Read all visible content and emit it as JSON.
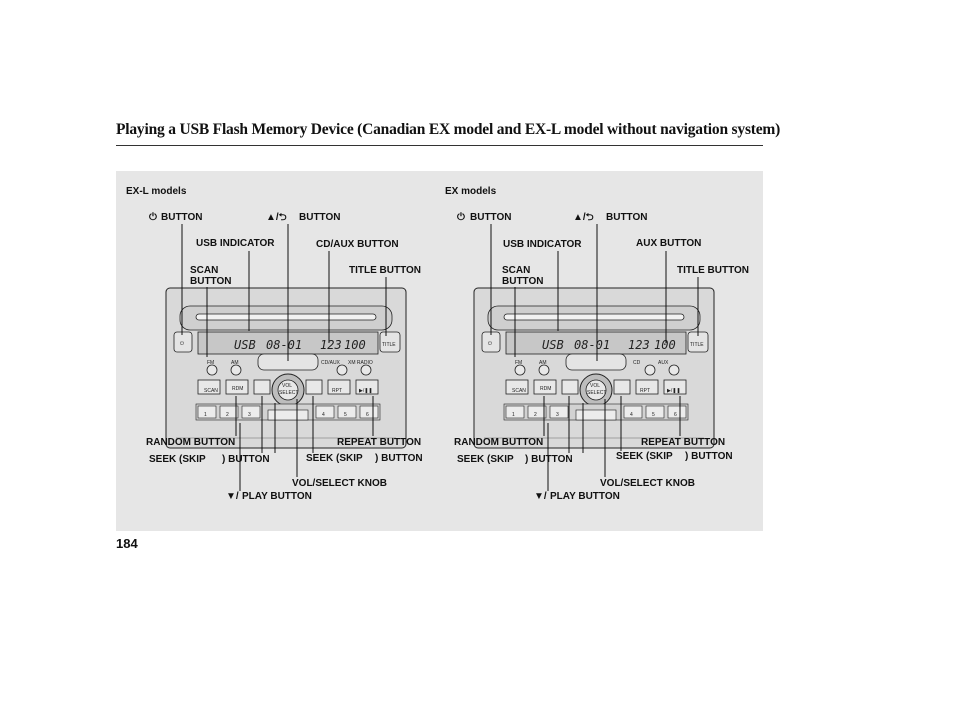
{
  "page": {
    "title": "Playing a USB Flash Memory Device (Canadian EX model and EX-L model without navigation system)",
    "page_number": "184"
  },
  "exl_panel": {
    "heading": "EX-L models",
    "labels": {
      "power_button": "BUTTON",
      "eject_button": "BUTTON",
      "usb_indicator": "USB INDICATOR",
      "cd_aux_button": "CD/AUX BUTTON",
      "scan_button_1": "SCAN",
      "scan_button_2": "BUTTON",
      "title_button": "TITLE BUTTON",
      "random_button": "RANDOM BUTTON",
      "repeat_button": "REPEAT BUTTON",
      "seek_left": "SEEK (SKIP",
      "seek_left_tail": ") BUTTON",
      "seek_right": "SEEK (SKIP",
      "seek_right_tail": ") BUTTON",
      "vol_select_knob": "VOL/SELECT KNOB",
      "play_button": "PLAY BUTTON"
    },
    "display": {
      "source": "USB",
      "track": "08-01",
      "num": "123",
      "time": "100"
    },
    "keys": {
      "fm": "FM",
      "am": "AM",
      "cd": "CD/AUX",
      "extra": "XM RADIO",
      "scan": "SCAN",
      "rdm": "RDM",
      "rpt": "RPT",
      "vol": "VOL",
      "select": "SELECT",
      "title": "TITLE",
      "presets": [
        "1",
        "2",
        "3",
        "4",
        "5",
        "6"
      ]
    }
  },
  "ex_panel": {
    "heading": "EX models",
    "labels": {
      "power_button": "BUTTON",
      "eject_button": "BUTTON",
      "usb_indicator": "USB INDICATOR",
      "aux_button": "AUX BUTTON",
      "scan_button_1": "SCAN",
      "scan_button_2": "BUTTON",
      "title_button": "TITLE BUTTON",
      "random_button": "RANDOM BUTTON",
      "repeat_button": "REPEAT BUTTON",
      "seek_left": "SEEK (SKIP",
      "seek_left_tail": ") BUTTON",
      "seek_right": "SEEK (SKIP",
      "seek_right_tail": ") BUTTON",
      "vol_select_knob": "VOL/SELECT KNOB",
      "play_button": "PLAY BUTTON"
    },
    "display": {
      "source": "USB",
      "track": "08-01",
      "num": "123",
      "time": "100"
    },
    "keys": {
      "fm": "FM",
      "am": "AM",
      "cd": "CD",
      "extra": "AUX",
      "scan": "SCAN",
      "rdm": "RDM",
      "rpt": "RPT",
      "vol": "VOL",
      "select": "SELECT",
      "title": "TITLE",
      "presets": [
        "1",
        "2",
        "3",
        "4",
        "5",
        "6"
      ]
    }
  }
}
